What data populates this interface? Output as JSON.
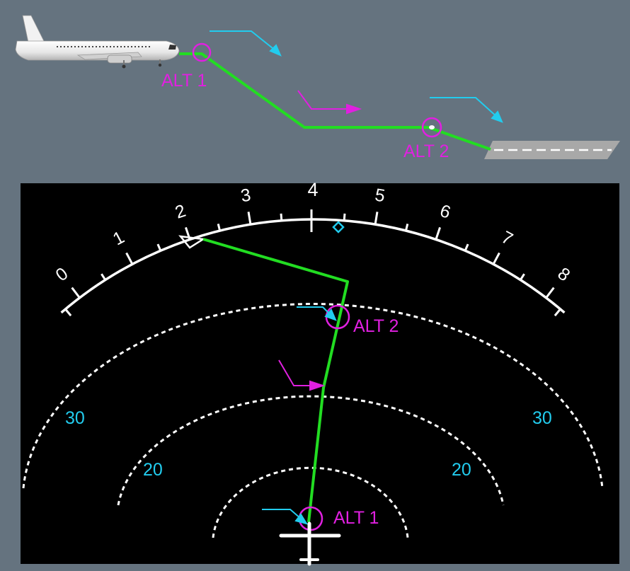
{
  "colors": {
    "background": "#65737f",
    "display_bg": "#000000",
    "flight_path": "#22dd22",
    "altitude_marker": "#e020e0",
    "arrow_cyan": "#22ccee",
    "scale_white": "#ffffff",
    "runway": "#a8a8a8"
  },
  "icons": {
    "aircraft": "aircraft-side-view-icon",
    "runway": "runway-icon",
    "own_aircraft_symbol": "aircraft-symbol-icon",
    "heading_diamond": "diamond-icon",
    "track_triangle": "triangle-icon"
  },
  "profile": {
    "alt1_label": "ALT 1",
    "alt2_label": "ALT 2"
  },
  "nd": {
    "heading_scale": [
      "0",
      "1",
      "2",
      "3",
      "4",
      "5",
      "6",
      "7",
      "8"
    ],
    "range_rings": {
      "left": [
        "30",
        "20"
      ],
      "right": [
        "30",
        "20"
      ]
    },
    "alt1_label": "ALT 1",
    "alt2_label": "ALT 2"
  }
}
